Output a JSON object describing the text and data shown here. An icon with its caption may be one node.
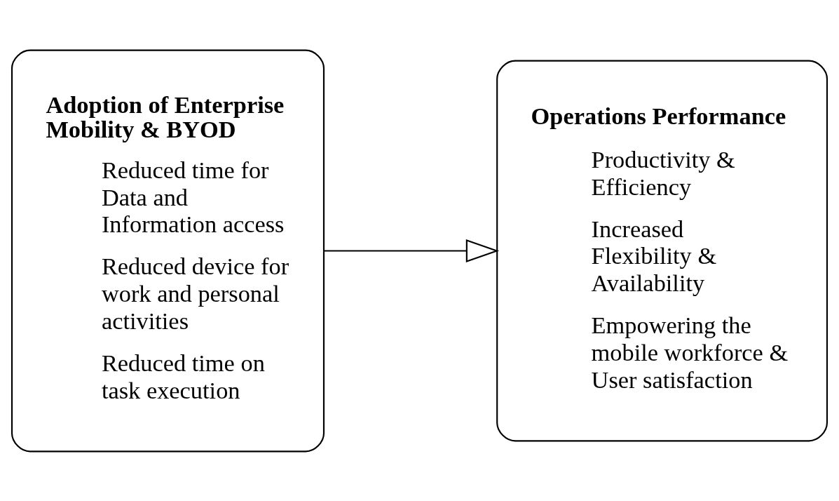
{
  "diagram": {
    "nodes": [
      {
        "text": [
          "Adoption of Enterprise Mobility & BYOD",
          "Reduced time for Data and Information access",
          "Reduced device for work and personal activities",
          "Reduced time on task execution"
        ]
      },
      {
        "text": [
          "Operations Performance",
          "Productivity & Efficiency",
          "Increased Flexibility & Availability",
          "Empowering the mobile workforce & User satisfaction"
        ]
      }
    ],
    "edges": [
      {
        "from": 0,
        "to": 1,
        "arrow": "to"
      }
    ]
  }
}
